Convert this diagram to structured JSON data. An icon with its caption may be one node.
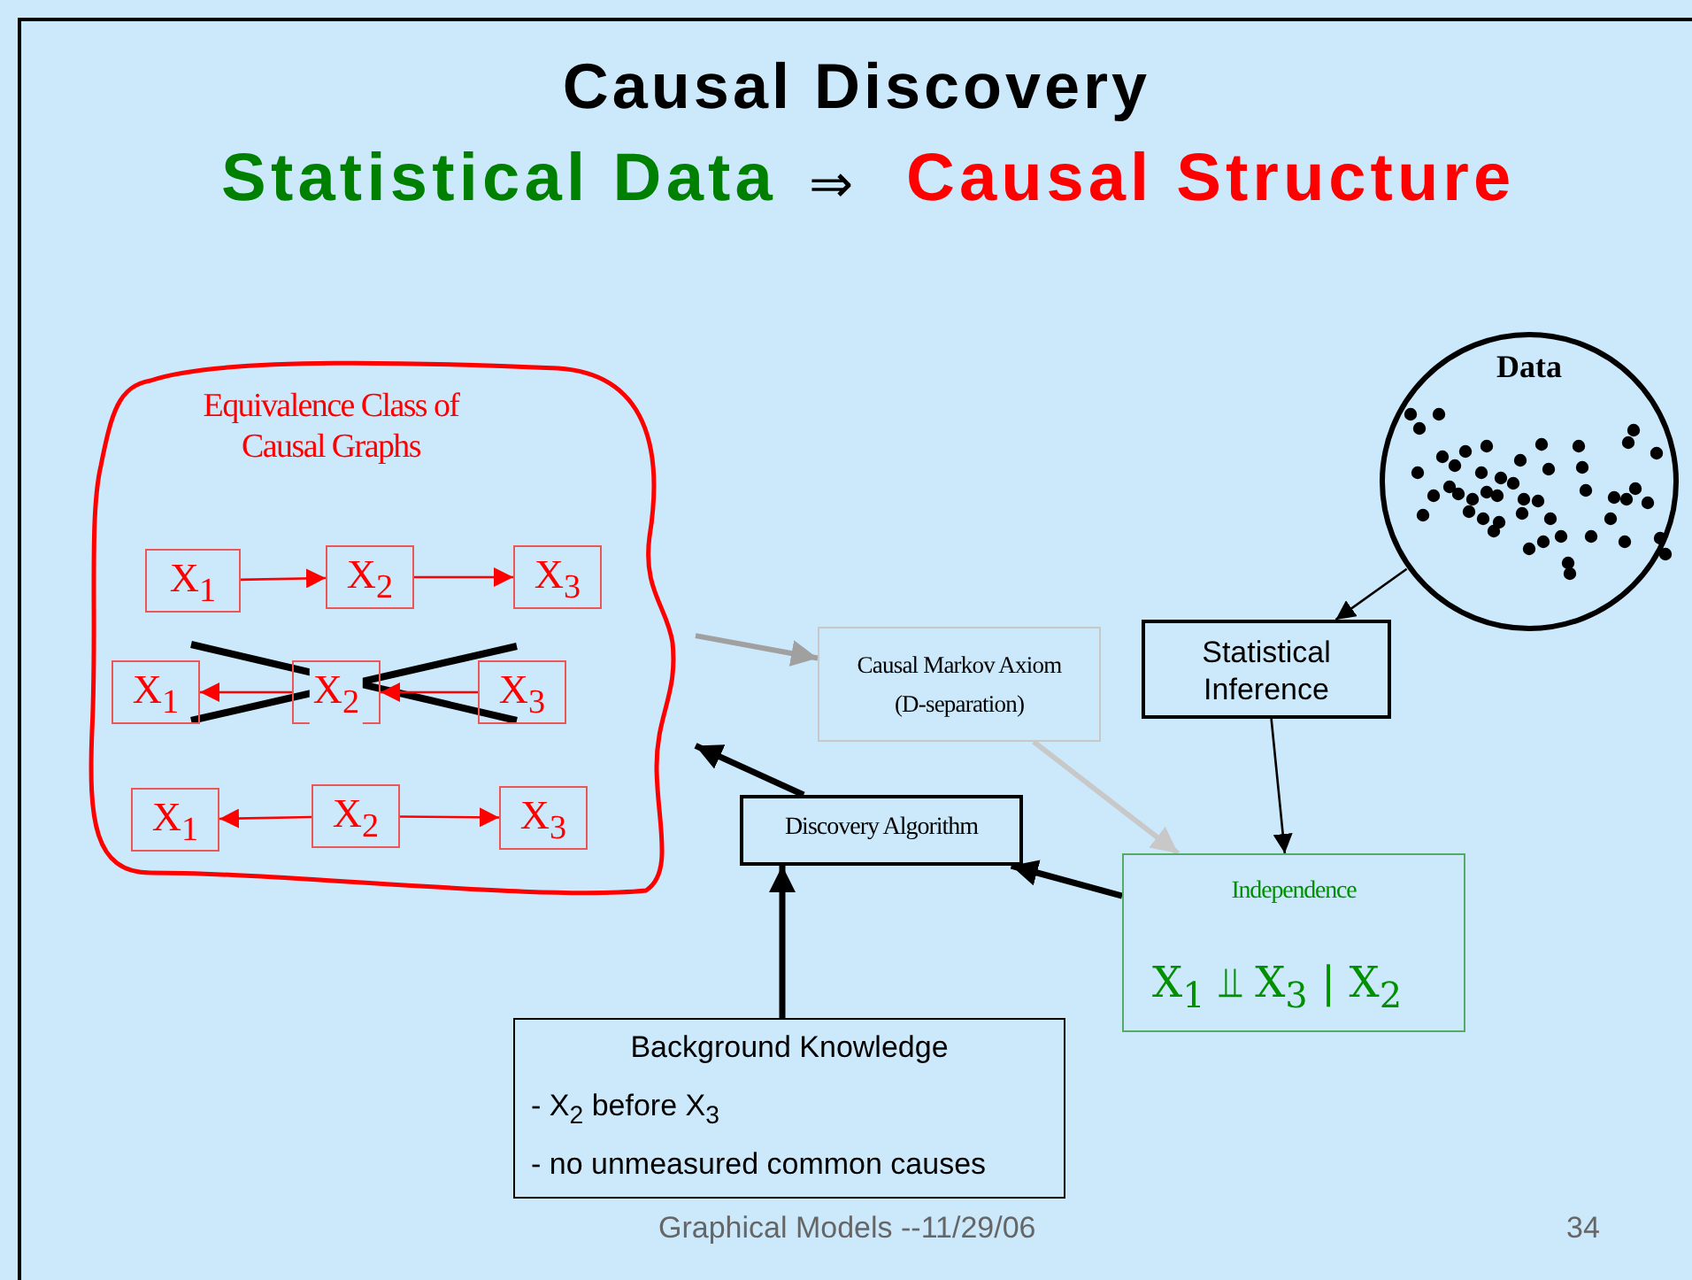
{
  "diagram": {
    "title": "Causal Discovery",
    "nodes": [
      {
        "text": [
          "Equivalence Class of Causal Graphs"
        ]
      },
      {
        "text": [
          "X$_{1}$"
        ],
        "in": 0
      },
      {
        "text": [
          "X$_{2}$"
        ],
        "in": 0
      },
      {
        "text": [
          "X$_{3}$"
        ],
        "in": 0
      },
      {
        "text": [
          "X$_{1}$"
        ],
        "in": 0
      },
      {
        "text": [
          "X$_{2}$"
        ],
        "in": 0
      },
      {
        "text": [
          "X$_{3}$"
        ],
        "in": 0
      },
      {
        "text": [
          "X$_{1}$"
        ],
        "in": 0
      },
      {
        "text": [
          "X$_{2}$"
        ],
        "in": 0
      },
      {
        "text": [
          "X$_{3}$"
        ],
        "in": 0
      },
      {
        "text": [
          "Causal Markov Axiom (D-separation)"
        ]
      },
      {
        "text": [
          "Data"
        ]
      },
      {
        "text": [
          "Statistical Inference"
        ]
      },
      {
        "text": [
          "Discovery Algorithm"
        ]
      },
      {
        "text": [
          "Independence",
          "X$_{1}$ ⫫ X$_{3}$ | X$_{2}$"
        ]
      },
      {
        "text": [
          "Background Knowledge",
          "- X$_{2}$ before X$_{3}$",
          "- no unmeasured common causes"
        ]
      }
    ],
    "edges": [
      {
        "from": 1,
        "to": 2,
        "arrow": "to",
        "color": "#ff0000"
      },
      {
        "from": 2,
        "to": 3,
        "arrow": "to",
        "color": "#ff0000"
      },
      {
        "from": 6,
        "to": 5,
        "arrow": "to",
        "color": "#ff0000"
      },
      {
        "from": 5,
        "to": 4,
        "arrow": "to",
        "color": "#ff0000"
      },
      {
        "from": 8,
        "to": 7,
        "arrow": "to",
        "color": "#ff0000"
      },
      {
        "from": 8,
        "to": 9,
        "arrow": "to",
        "color": "#ff0000"
      },
      {
        "from": 0,
        "to": 10,
        "arrow": "to",
        "style": "thick",
        "color": "#a0a0a0"
      },
      {
        "from": 10,
        "to": 14,
        "arrow": "to",
        "style": "thick",
        "color": "#c8c8c8"
      },
      {
        "from": 11,
        "to": 12,
        "arrow": "to",
        "color": "#000000"
      },
      {
        "from": 12,
        "to": 14,
        "arrow": "to",
        "color": "#000000"
      },
      {
        "from": 14,
        "to": 13,
        "arrow": "to",
        "style": "thick",
        "color": "#000000"
      },
      {
        "from": 13,
        "to": 0,
        "arrow": "to",
        "style": "thick",
        "color": "#000000"
      },
      {
        "from": 15,
        "to": 13,
        "arrow": "to",
        "style": "thick",
        "color": "#000000"
      }
    ],
    "labels": [
      "Statistical Data",
      "⇒",
      "Causal Structure",
      "Graphical Models --11/29/06",
      "34"
    ]
  }
}
